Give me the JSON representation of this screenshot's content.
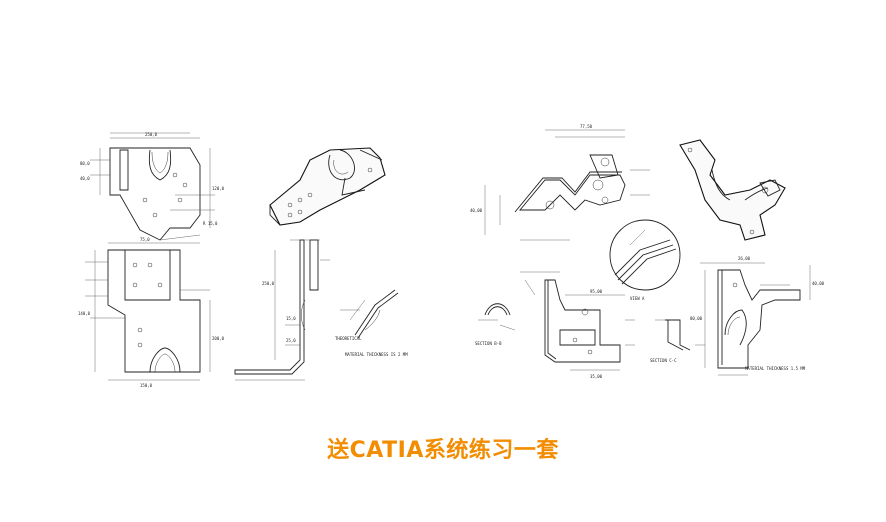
{
  "caption": {
    "text": "送CATIA系统练习一套",
    "color": "#f28c00"
  },
  "drawings": [
    {
      "name": "bracket-top-view-drawing"
    },
    {
      "name": "bracket-isometric-drawing"
    },
    {
      "name": "bracket-front-view-drawing"
    },
    {
      "name": "bracket-side-view-drawing"
    },
    {
      "name": "bent-part-top-view-drawing"
    },
    {
      "name": "bent-part-isometric-drawing"
    },
    {
      "name": "detail-view-circle-drawing"
    },
    {
      "name": "section-b-b-drawing"
    },
    {
      "name": "bent-part-front-view-drawing"
    },
    {
      "name": "section-c-c-drawing"
    },
    {
      "name": "bent-part-side-view-drawing"
    }
  ],
  "labels": {
    "theoretical": "THEORETICAL",
    "section_bb": "SECTION B-B",
    "section_cc": "SECTION C-C",
    "view_a": "VIEW A",
    "material_1": "MATERIAL THICKNESS IS 2 MM",
    "material_2": "MATERIAL THICKNESS 1.5 MM",
    "dim_1": "250,0",
    "dim_2": "75,0",
    "dim_3": "77,50",
    "dim_4": "40,00"
  }
}
